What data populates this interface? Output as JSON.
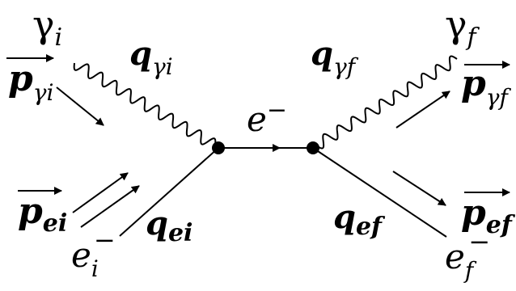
{
  "colors": {
    "ink": "#000000",
    "background": "#ffffff"
  },
  "labels": {
    "gamma_i": {
      "base": "γ",
      "sub": "i"
    },
    "gamma_f": {
      "base": "γ",
      "sub": "f"
    },
    "p_gamma_i": {
      "base": "p",
      "sub": "γi"
    },
    "p_gamma_f": {
      "base": "p",
      "sub": "γf"
    },
    "q_gamma_i": {
      "base": "q",
      "sub": "γi"
    },
    "q_gamma_f": {
      "base": "q",
      "sub": "γf"
    },
    "electron_internal": {
      "base": "e",
      "sup": "−"
    },
    "p_ei": {
      "base": "p",
      "sub": "ei"
    },
    "p_ef": {
      "base": "p",
      "sub": "ef"
    },
    "q_ei": {
      "base": "q",
      "sub": "ei"
    },
    "q_ef": {
      "base": "q",
      "sub": "ef"
    },
    "e_i": {
      "base": "e",
      "sub": "i",
      "sup": "−"
    },
    "e_f": {
      "base": "e",
      "sub": "f",
      "sup": "−"
    }
  }
}
